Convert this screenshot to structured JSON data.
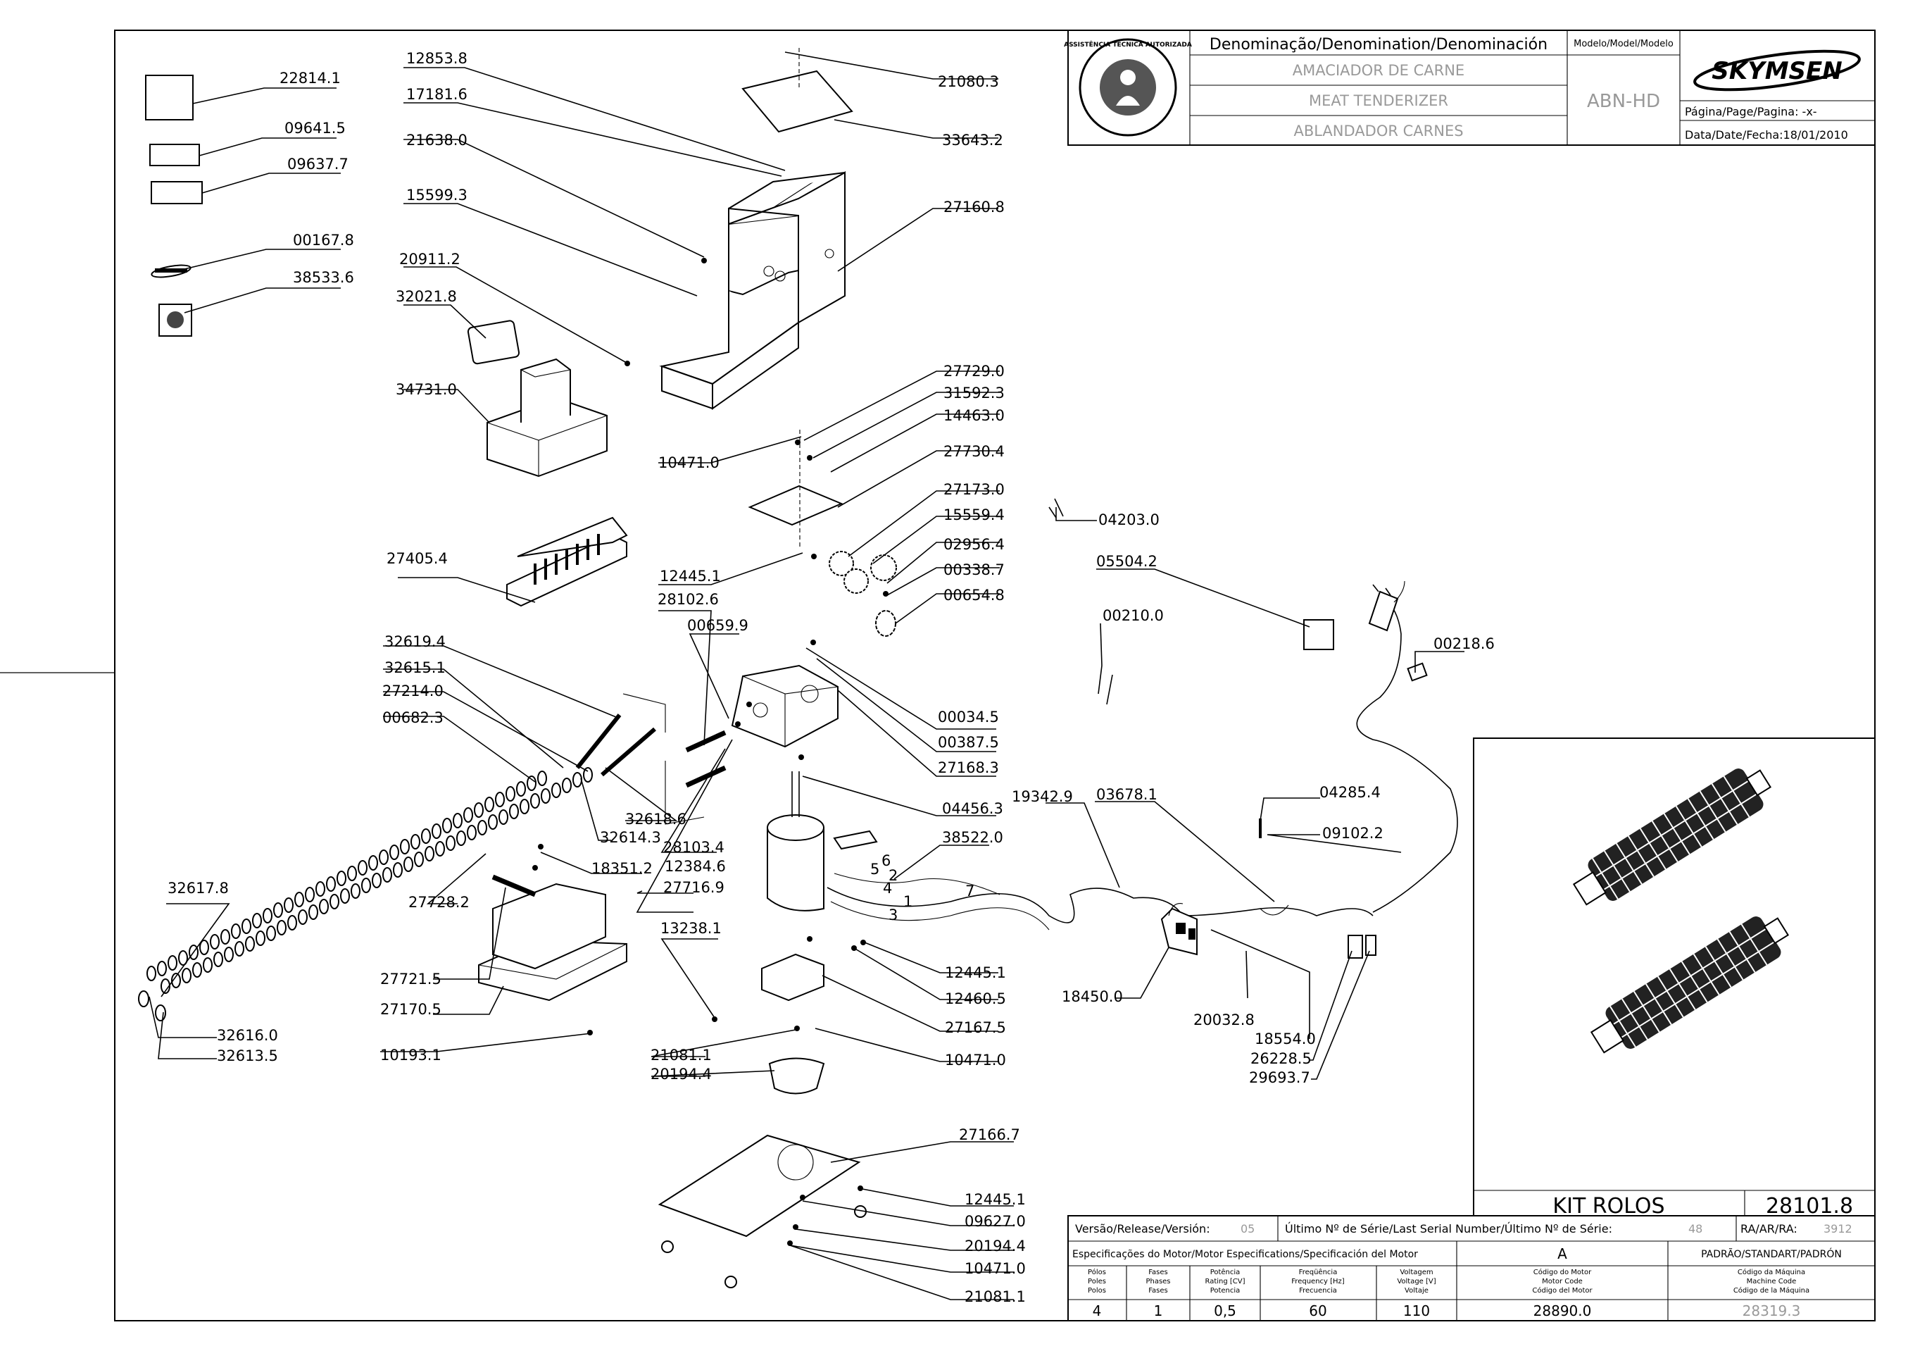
{
  "title_block": {
    "denomination_header": "Denominação/Denomination/Denominación",
    "model_header": "Modelo/Model/Modelo",
    "name_pt": "AMACIADOR DE CARNE",
    "name_en": "MEAT TENDERIZER",
    "name_es": "ABLANDADOR CARNES",
    "model": "ABN-HD",
    "brand": "SKYMSEN",
    "page_label": "Página/Page/Pagina: -x-",
    "date_label": "Data/Date/Fecha:18/01/2010",
    "seal_text": "ASSISTÊNCIA TÉCNICA AUTORIZADA"
  },
  "kit_box": {
    "title": "KIT ROLOS",
    "code": "28101.8"
  },
  "bottom_block": {
    "version_label": "Versão/Release/Versión:",
    "version_value": "05",
    "serial_label": "Último Nº de Série/Last Serial Number/Último Nº de Série:",
    "serial_value": "48",
    "ra_label": "RA/AR/RA:",
    "ra_value": "3912",
    "motor_spec_label": "Especificações do Motor/Motor Especifications/Specificación del Motor",
    "voltage_class": "A",
    "standard_label": "PADRÃO/STANDART/PADRÓN",
    "columns": [
      {
        "header": [
          "Pólos",
          "Poles",
          "Polos"
        ],
        "value": "4"
      },
      {
        "header": [
          "Fases",
          "Phases",
          "Fases"
        ],
        "value": "1"
      },
      {
        "header": [
          "Potência",
          "Rating [CV]",
          "Potencia"
        ],
        "value": "0,5"
      },
      {
        "header": [
          "Freqüência",
          "Frequency [Hz]",
          "Frecuencia"
        ],
        "value": "60"
      },
      {
        "header": [
          "Voltagem",
          "Voltage [V]",
          "Voltaje"
        ],
        "value": "110"
      },
      {
        "header": [
          "Código do Motor",
          "Motor Code",
          "Código del Motor"
        ],
        "value": "28890.0"
      },
      {
        "header": [
          "Código da Máquina",
          "Machine Code",
          "Código de la Máquina"
        ],
        "value": "28319.3"
      }
    ]
  },
  "part_labels": [
    "22814.1",
    "09641.5",
    "09637.7",
    "00167.8",
    "38533.6",
    "12853.8",
    "17181.6",
    "21638.0",
    "15599.3",
    "20911.2",
    "32021.8",
    "34731.0",
    "21080.3",
    "33643.2",
    "27160.8",
    "27729.0",
    "31592.3",
    "14463.0",
    "10471.0",
    "27730.4",
    "27173.0",
    "15559.4",
    "02956.4",
    "00338.7",
    "00654.8",
    "12445.1",
    "28102.6",
    "00659.9",
    "27405.4",
    "32619.4",
    "32615.1",
    "27214.0",
    "00682.3",
    "00034.5",
    "00387.5",
    "27168.3",
    "04456.3",
    "32618.6",
    "32614.3",
    "28103.4",
    "18351.2",
    "38522.0",
    "12384.6",
    "27716.9",
    "27728.2",
    "32617.8",
    "13238.1",
    "12445.1",
    "12460.5",
    "27167.5",
    "27721.5",
    "27170.5",
    "10193.1",
    "32616.0",
    "32613.5",
    "21081.1",
    "20194.4",
    "10471.0",
    "27166.7",
    "12445.1",
    "09627.0",
    "20194.4",
    "10471.0",
    "21081.1",
    "04203.0",
    "05504.2",
    "00210.0",
    "00218.6",
    "19342.9",
    "03678.1",
    "04285.4",
    "09102.2",
    "18450.0",
    "20032.8",
    "18554.0",
    "26228.5",
    "29693.7"
  ],
  "wire_numbers": [
    "6",
    "5",
    "2",
    "4",
    "3",
    "1",
    "7"
  ]
}
